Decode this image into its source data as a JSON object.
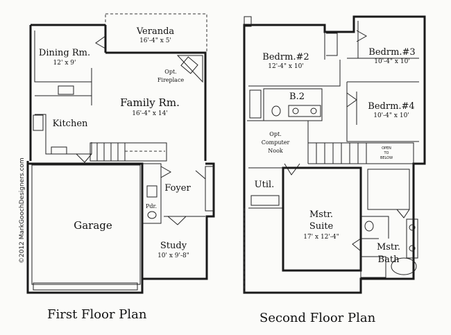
{
  "first_floor": {
    "title": "First Floor Plan",
    "rooms": {
      "veranda": {
        "name": "Veranda",
        "dims": "16'-4\" x 5'"
      },
      "dining": {
        "name": "Dining Rm.",
        "dims": "12' x 9'"
      },
      "family": {
        "name": "Family Rm.",
        "dims": "16'-4\" x 14'"
      },
      "fireplace": {
        "line1": "Opt.",
        "line2": "Fireplace"
      },
      "kitchen": {
        "name": "Kitchen"
      },
      "foyer": {
        "name": "Foyer"
      },
      "powder": {
        "name": "Pdr."
      },
      "garage": {
        "name": "Garage"
      },
      "study": {
        "name": "Study",
        "dims": "10' x 9'-8\""
      }
    }
  },
  "second_floor": {
    "title": "Second Floor Plan",
    "rooms": {
      "bed2": {
        "name": "Bedrm.#2",
        "dims": "12'-4\" x 10'"
      },
      "bed3": {
        "name": "Bedrm.#3",
        "dims": "10'-4\" x 10'"
      },
      "bed4": {
        "name": "Bedrm.#4",
        "dims": "10'-4\" x 10'"
      },
      "bath2": {
        "name": "B.2"
      },
      "nook": {
        "line1": "Opt.",
        "line2": "Computer",
        "line3": "Nook"
      },
      "open_below": {
        "line1": "OPEN",
        "line2": "TO",
        "line3": "BELOW"
      },
      "utility": {
        "name": "Util."
      },
      "master": {
        "line1": "Mstr.",
        "line2": "Suite",
        "dims": "17' x 12'-4\""
      },
      "master_bath": {
        "line1": "Mstr.",
        "line2": "Bath"
      }
    }
  },
  "copyright": "©2012 MarkGoochDesigners.com"
}
